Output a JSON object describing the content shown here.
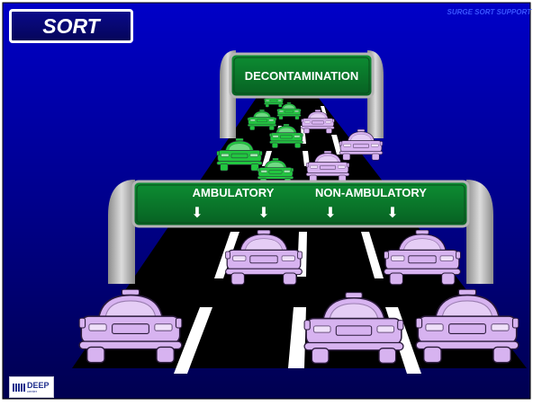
{
  "slide": {
    "title": "SORT",
    "header_text": "SURGE SORT SUPPORT"
  },
  "diagram": {
    "top_sign": "DECONTAMINATION",
    "lower_sign_left": "AMBULATORY",
    "lower_sign_right": "NON-AMBULATORY",
    "arrow_glyph": "⬇"
  },
  "logo": {
    "word": "DEEP",
    "sub": "center"
  },
  "colors": {
    "background_top": "#0000b4",
    "background_bottom": "#00005a",
    "road": "#000000",
    "sign_green": "#0a7a2a",
    "car_purple": "#d7b3f0",
    "car_green": "#22c640",
    "pillar": "#b4b4b4"
  }
}
